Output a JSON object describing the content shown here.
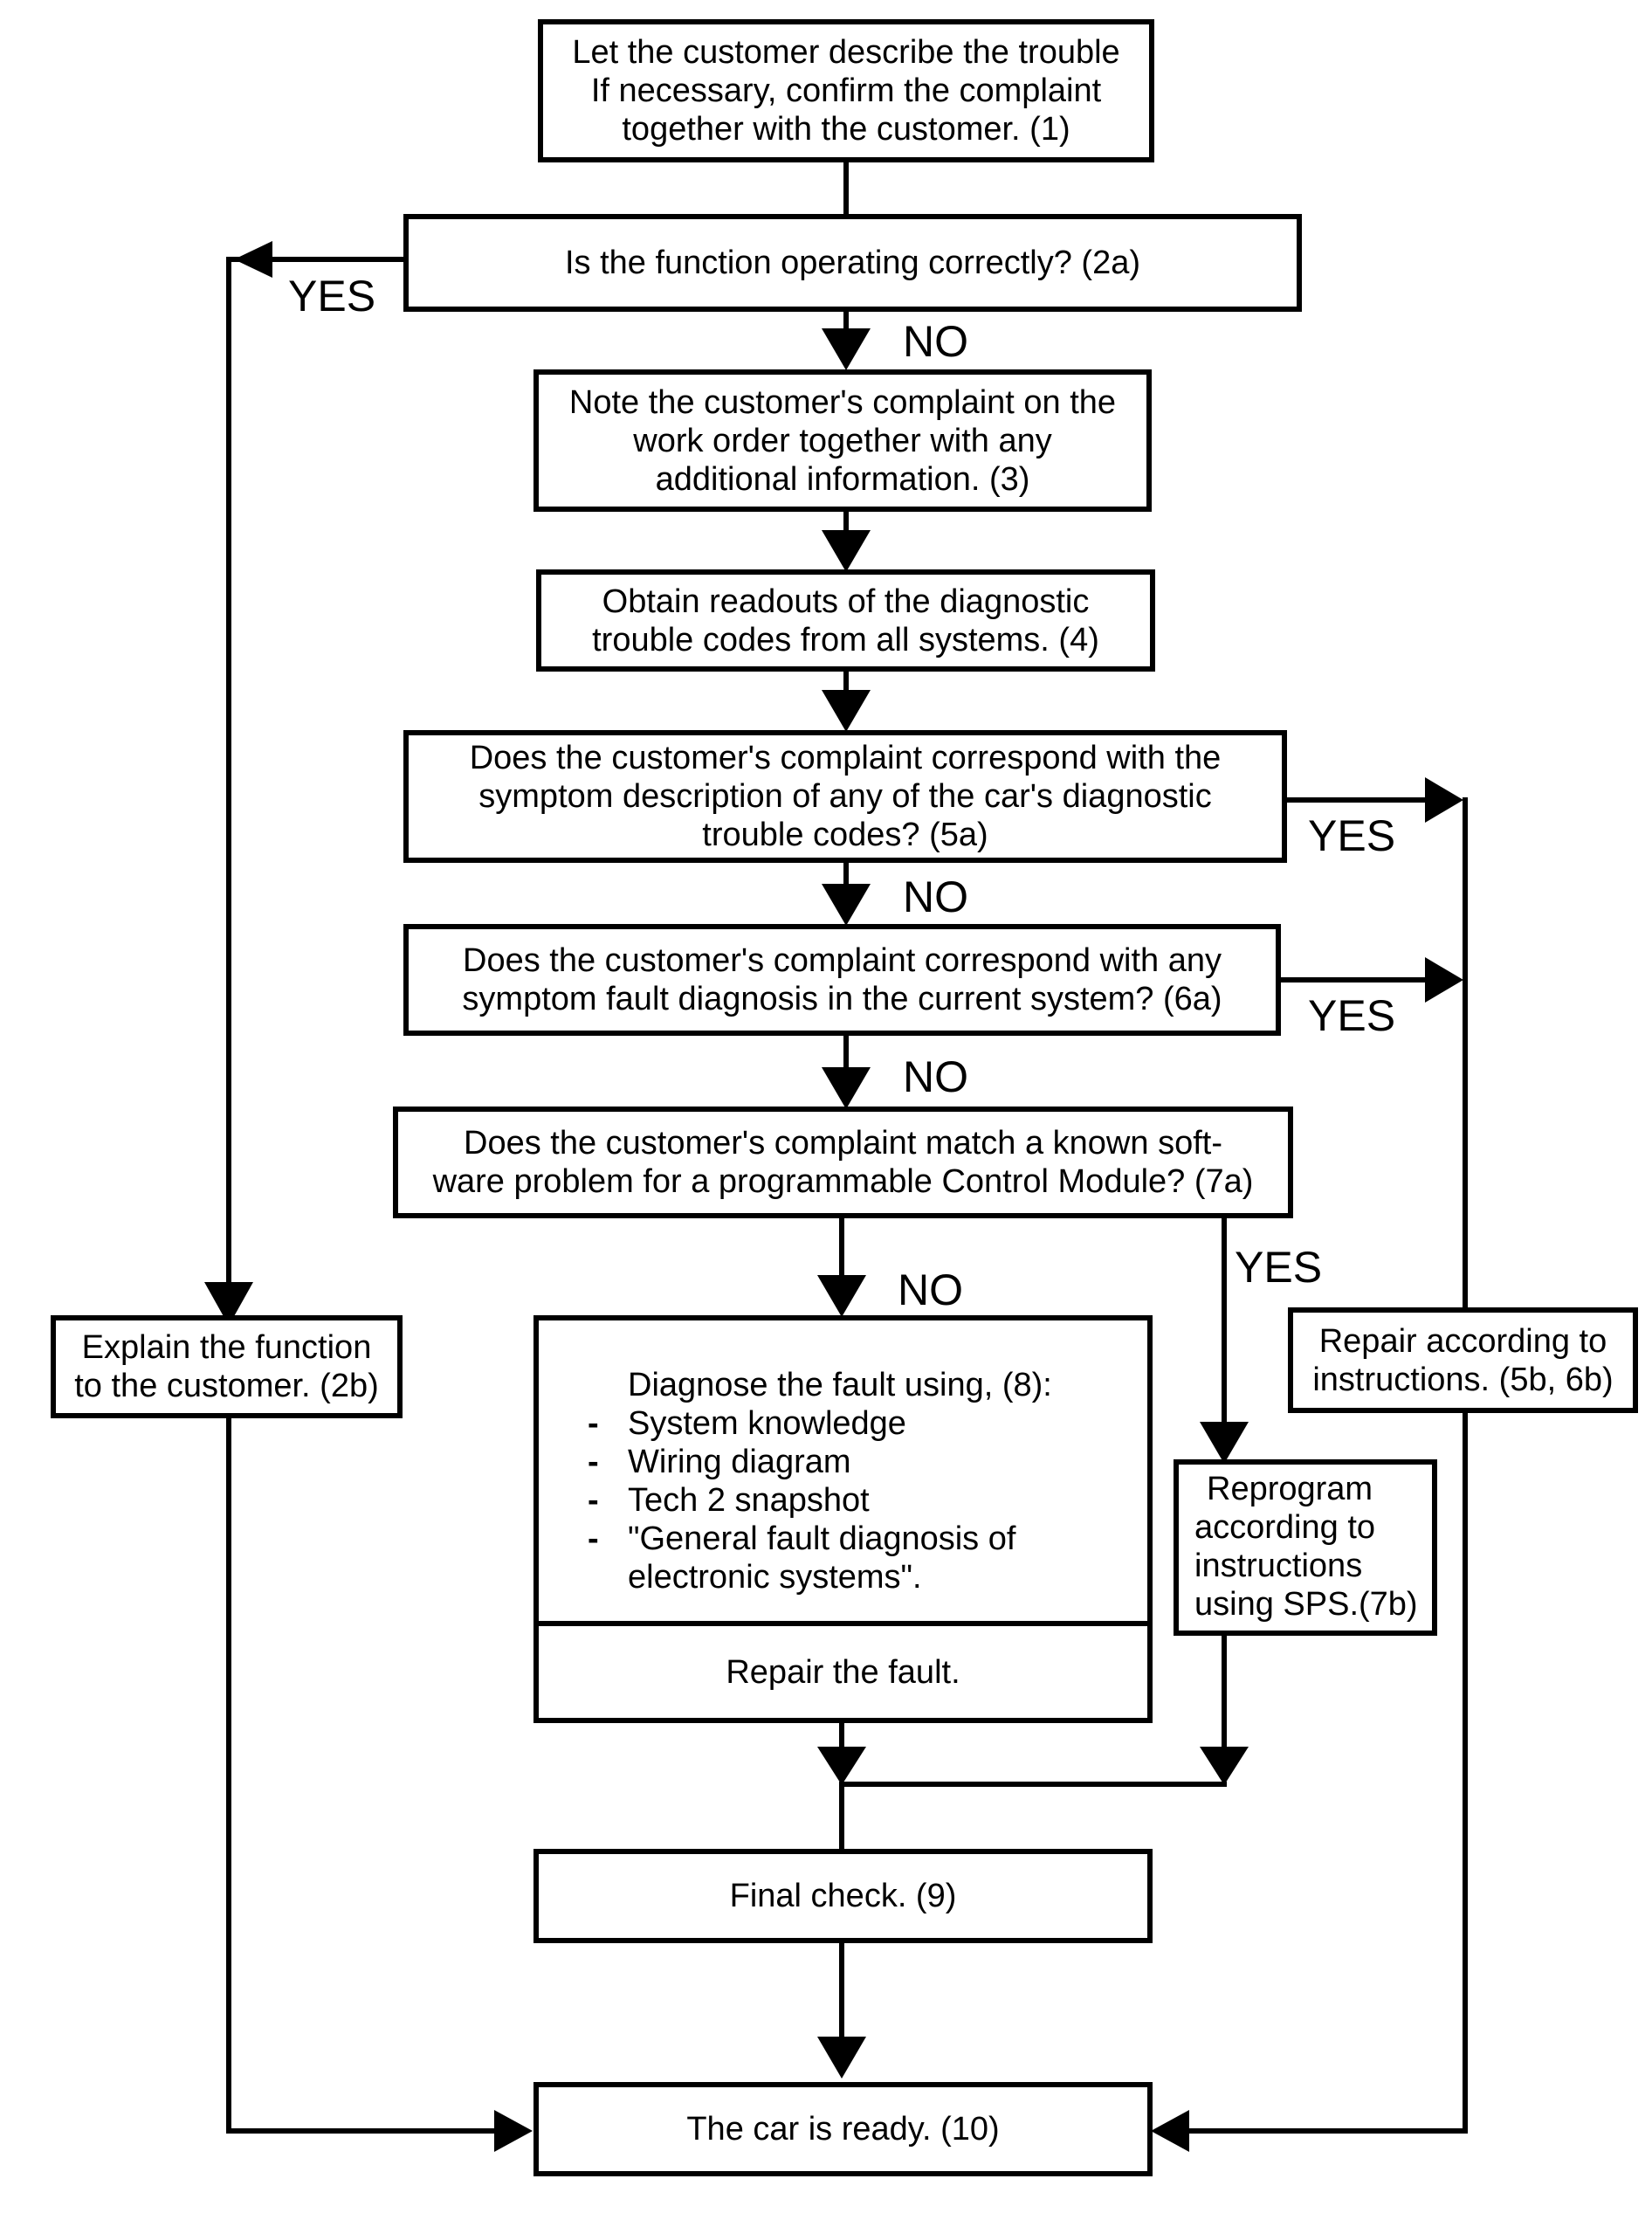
{
  "nodes": {
    "n1": [
      "Let the customer describe the trouble",
      "If necessary, confirm the complaint",
      "together with the customer. (1)"
    ],
    "n2a": [
      "Is the function operating correctly?  (2a)"
    ],
    "n2b": [
      "Explain the function",
      "to the customer. (2b)"
    ],
    "n3": [
      "Note the customer's complaint on the",
      "work order together with any",
      "additional information.  (3)"
    ],
    "n4": [
      "Obtain readouts of the diagnostic",
      "trouble codes from all systems. (4)"
    ],
    "n5a": [
      "Does the customer's complaint correspond with the",
      "symptom description of any of the car's diagnostic",
      "trouble codes? (5a)"
    ],
    "n6a": [
      "Does the customer's complaint correspond with any",
      "symptom fault diagnosis in the current system? (6a)"
    ],
    "n7a": [
      "Does the customer's complaint match a known soft-",
      "ware problem for a programmable Control Module? (7a)"
    ],
    "n8": {
      "heading": "Diagnose the fault using, (8):",
      "items": [
        "System knowledge",
        "Wiring diagram",
        "Tech 2 snapshot",
        "\"General fault diagnosis of"
      ],
      "item_continuation": "electronic systems\".",
      "footer": "Repair the fault."
    },
    "n5b": [
      "Repair according to",
      "instructions. (5b, 6b)"
    ],
    "n7b": [
      "Reprogram",
      "according to",
      "instructions",
      "using SPS.(7b)"
    ],
    "n9": [
      "Final check. (9)"
    ],
    "n10": [
      "The car is ready. (10)"
    ]
  },
  "labels": {
    "yes_2a": "YES",
    "no_2a": "NO",
    "yes_5a": "YES",
    "no_5a": "NO",
    "yes_6a": "YES",
    "no_6a": "NO",
    "yes_7a": "YES",
    "no_7a": "NO"
  }
}
